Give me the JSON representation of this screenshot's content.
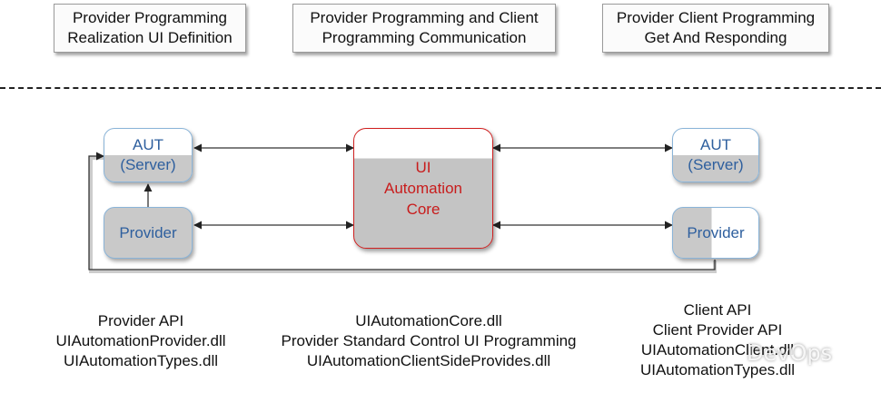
{
  "headers": [
    {
      "line1": "Provider Programming",
      "line2": "Realization UI Definition"
    },
    {
      "line1": "Provider Programming and Client",
      "line2": "Programming Communication"
    },
    {
      "line1": "Provider Client Programming",
      "line2": "Get And Responding"
    }
  ],
  "left": {
    "aut": {
      "line1": "AUT",
      "line2": "(Server)"
    },
    "provider": "Provider"
  },
  "core": {
    "line1": "UI",
    "line2": "Automation",
    "line3": "Core"
  },
  "right": {
    "aut": {
      "line1": "AUT",
      "line2": "(Server)"
    },
    "provider": "Provider"
  },
  "footers": {
    "left": [
      "Provider API",
      "UIAutomationProvider.dll",
      "UIAutomationTypes.dll"
    ],
    "center": [
      "UIAutomationCore.dll",
      "Provider Standard Control UI Programming",
      "UIAutomationClientSideProvides.dll"
    ],
    "right": [
      "Client API",
      "Client  Provider API",
      "UIAutomationClient.dll",
      "UIAutomationTypes.dll"
    ]
  },
  "watermark": "DevOps",
  "colors": {
    "core_border": "#d02020",
    "core_text": "#c81c1c",
    "node_border": "#8ab4d8",
    "node_text": "#2e5f9e",
    "fill_gray": "#c9c9c9"
  }
}
